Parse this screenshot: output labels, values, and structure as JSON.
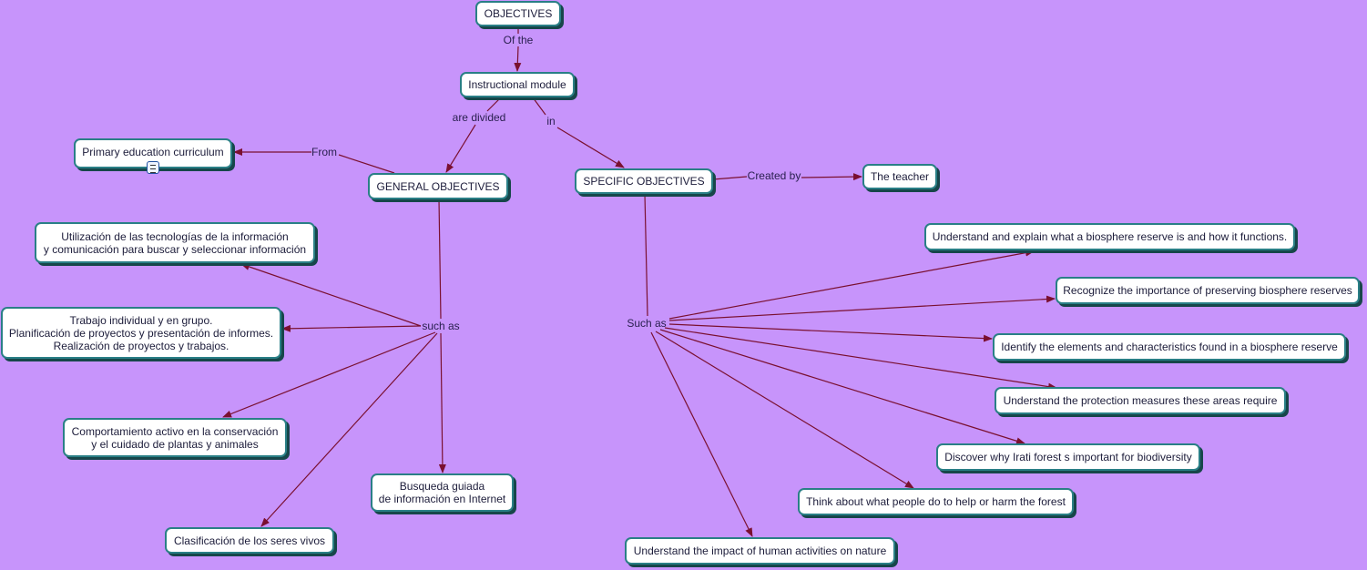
{
  "colors": {
    "background": "#c794fb",
    "link": "#7a1030",
    "node_border": "#2a7f86"
  },
  "nodes": {
    "objectives": "OBJECTIVES",
    "instructional_module": "Instructional module",
    "primary_curriculum": "Primary education curriculum",
    "general_objectives": "GENERAL OBJECTIVES",
    "specific_objectives": "SPECIFIC OBJECTIVES",
    "teacher": "The teacher",
    "general_items": [
      "Utilización de las tecnologías de la información\ny comunicación para buscar y seleccionar información",
      "Trabajo individual y en grupo.\nPlanificación de proyectos y presentación de informes.\nRealización de proyectos y trabajos.",
      "Comportamiento activo en la conservación\ny el cuidado de plantas y animales",
      "Busqueda guiada\nde información en Internet",
      "Clasificación de los seres vivos"
    ],
    "specific_items": [
      "Understand and explain what a biosphere reserve is and how it functions.",
      "Recognize the importance of preserving biosphere reserves",
      "Identify the elements and characteristics found in a biosphere reserve",
      "Understand the protection measures these areas require",
      "Discover why Irati forest s important for biodiversity",
      "Think about what people do to help or harm the forest",
      "Understand the impact of human activities on nature"
    ]
  },
  "linking_phrases": {
    "of_the": "Of the",
    "are_divided": "are divided",
    "in": "in",
    "from": "From",
    "created_by": "Created by",
    "such_as_general": "such as",
    "such_as_specific": "Such as"
  },
  "resource_icon": "document-resource-icon"
}
